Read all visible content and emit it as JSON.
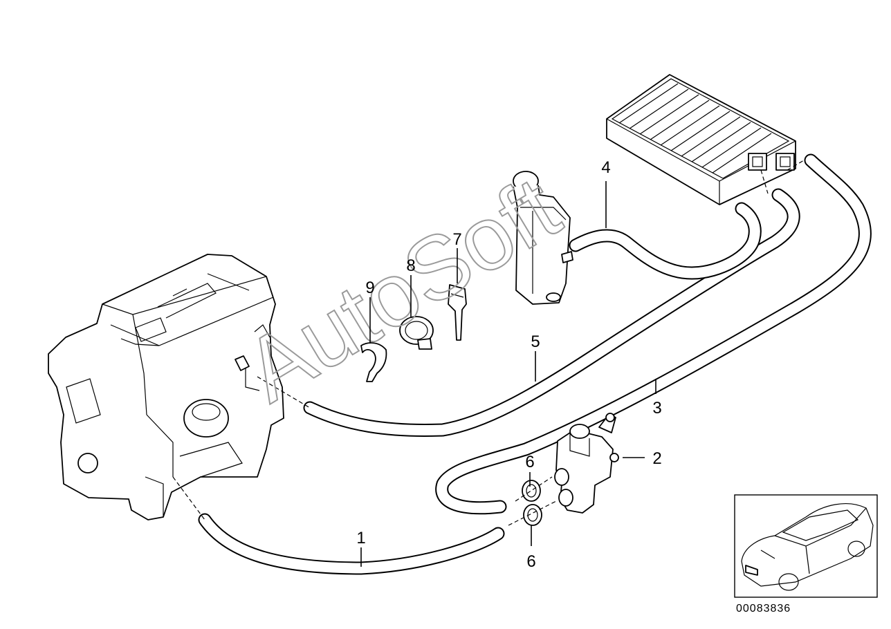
{
  "diagram": {
    "callouts": [
      {
        "id": "c1",
        "label": "1"
      },
      {
        "id": "c2",
        "label": "2"
      },
      {
        "id": "c3",
        "label": "3"
      },
      {
        "id": "c4",
        "label": "4"
      },
      {
        "id": "c5",
        "label": "5"
      },
      {
        "id": "c6a",
        "label": "6"
      },
      {
        "id": "c6b",
        "label": "6"
      },
      {
        "id": "c7",
        "label": "7"
      },
      {
        "id": "c8",
        "label": "8"
      },
      {
        "id": "c9",
        "label": "9"
      }
    ],
    "watermark": "AutoSoft",
    "diagram_id": "00083836"
  }
}
